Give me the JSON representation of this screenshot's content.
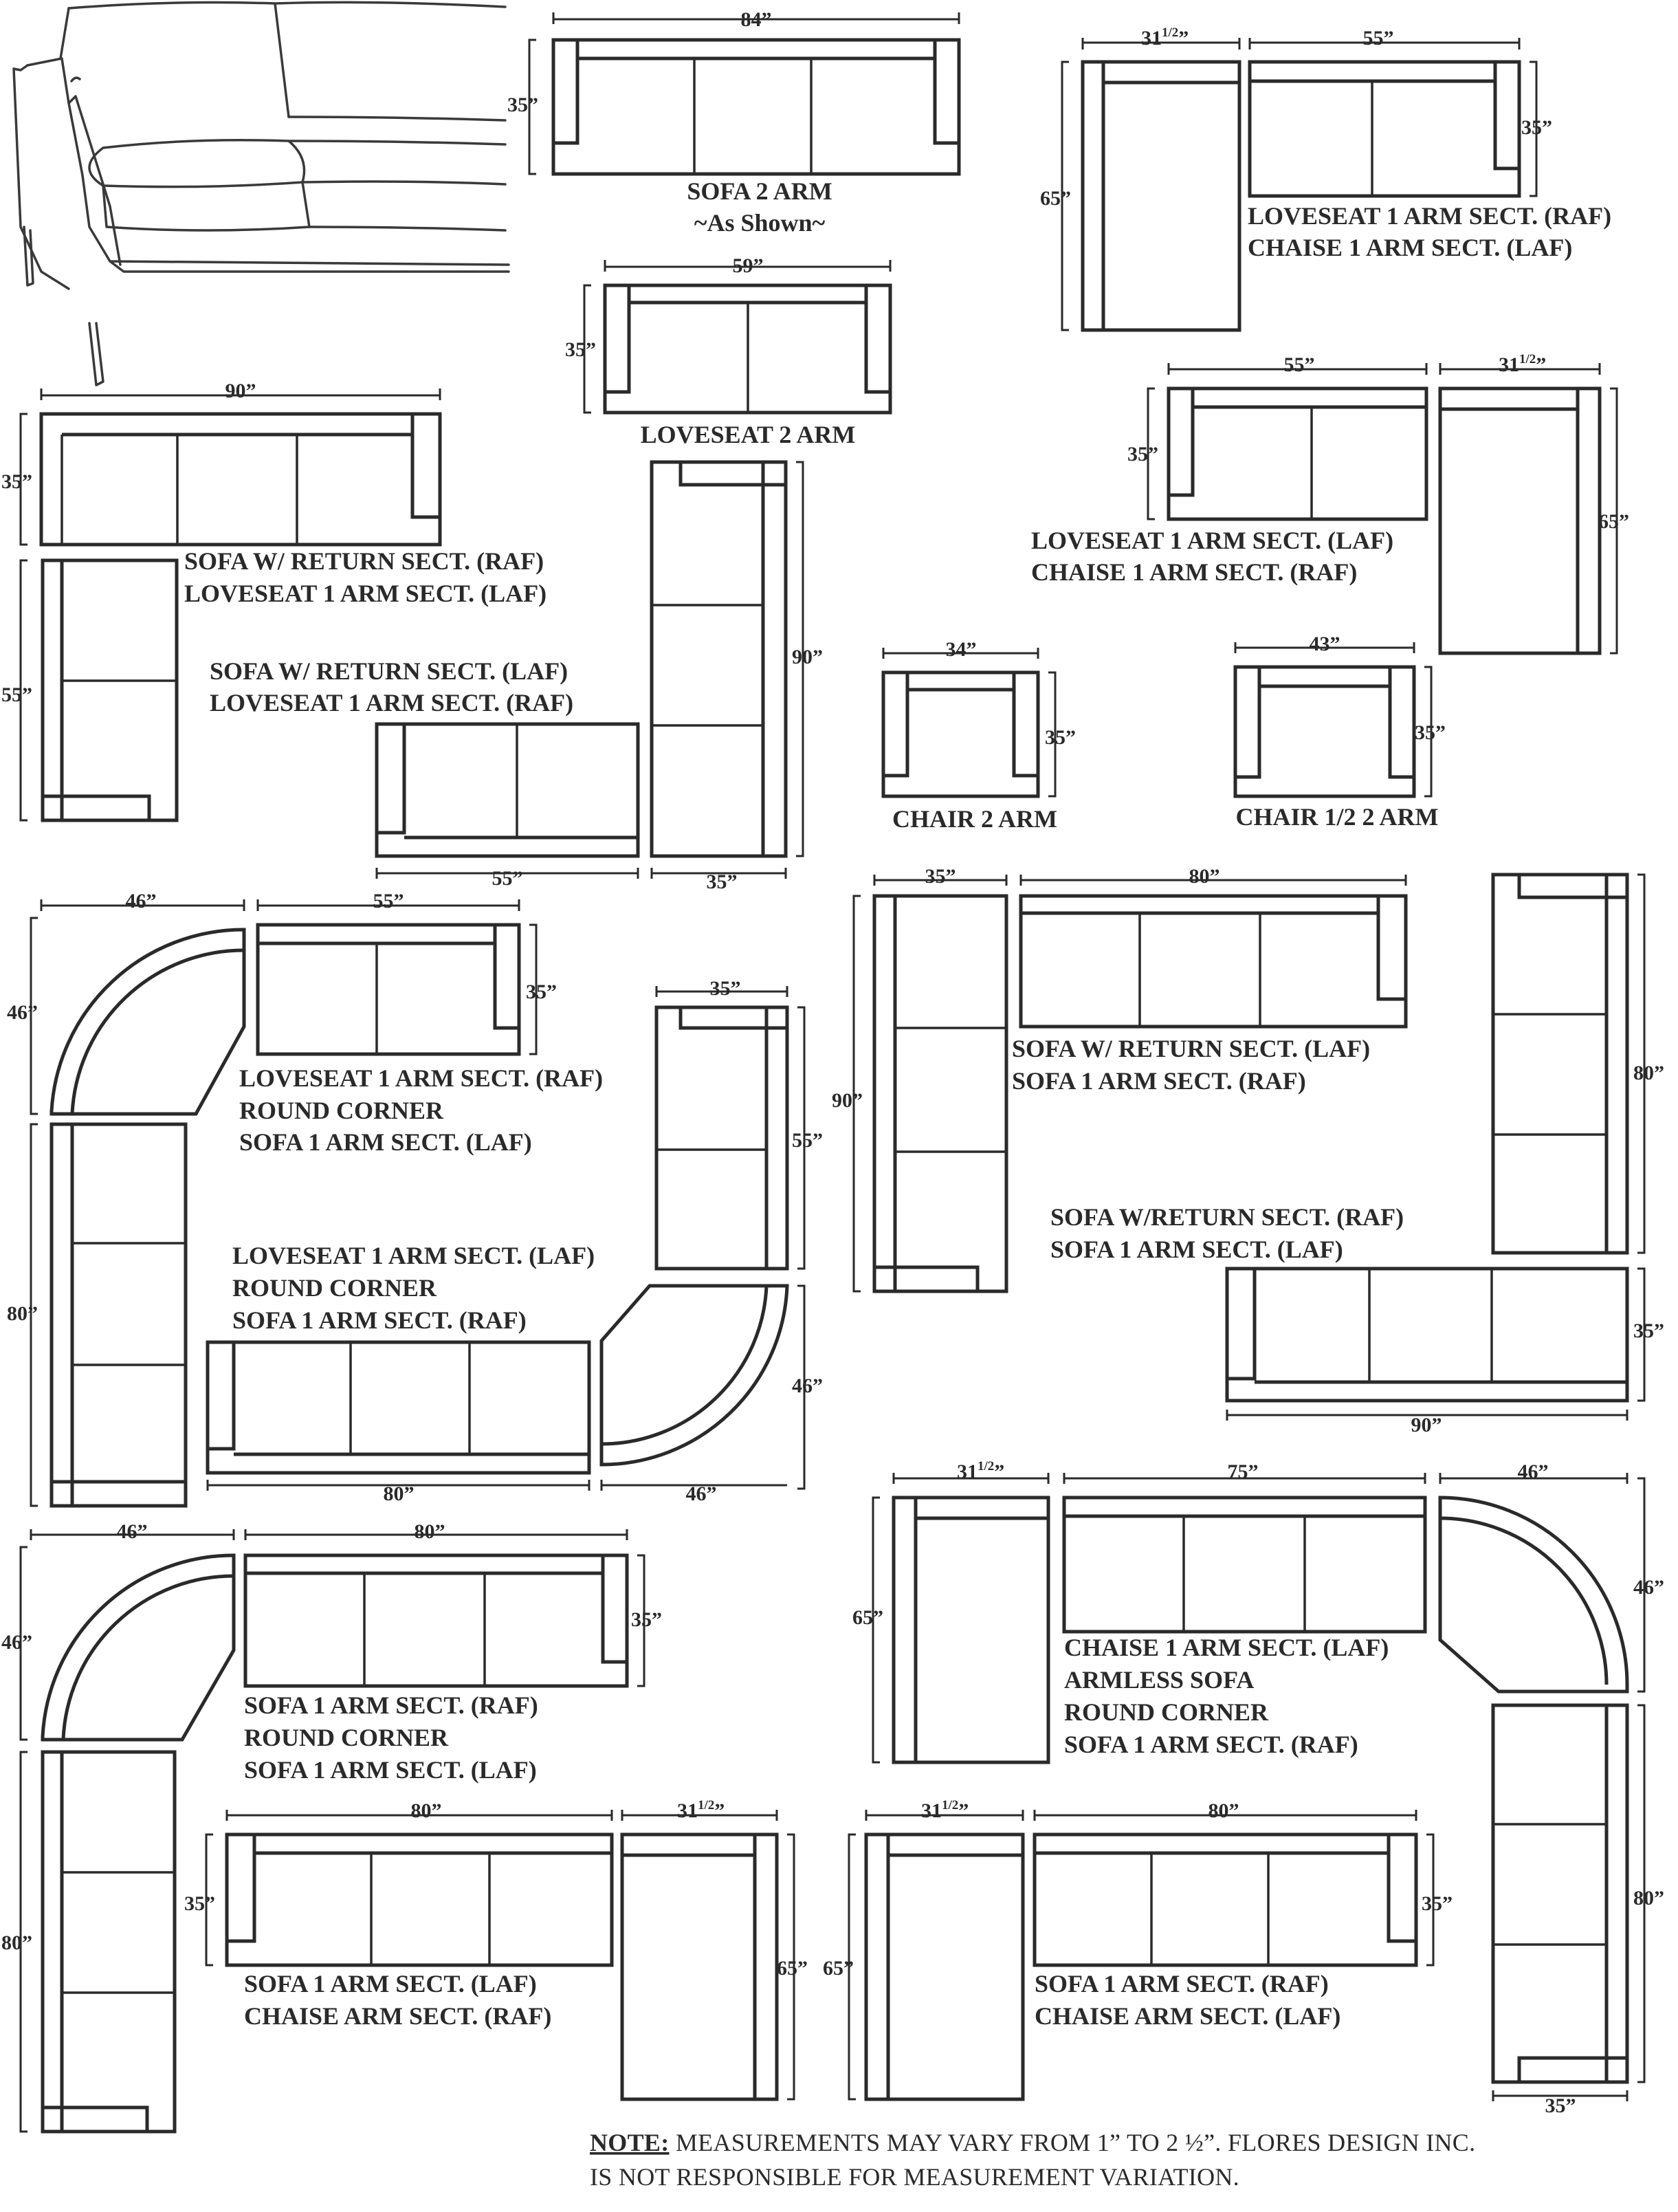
{
  "labels": {
    "sofa2_l1": "SOFA 2 ARM",
    "sofa2_l2": "~As Shown~",
    "loveseat2": "LOVESEAT  2 ARM",
    "lcr_l1": "LOVESEAT 1 ARM SECT. (RAF)",
    "lcr_l2": "CHAISE 1 ARM SECT. (LAF)",
    "lcl_l1": "LOVESEAT 1 ARM SECT. (LAF)",
    "lcl_l2": "CHAISE 1 ARM SECT. (RAF)",
    "srr_l1": "SOFA W/ RETURN SECT. (RAF)",
    "srr_l2": "LOVESEAT  1 ARM SECT. (LAF)",
    "srl_l1": "SOFA  W/ RETURN SECT. (LAF)",
    "srl_l2": "LOVESEAT 1 ARM SECT.  (RAF)",
    "chair2": "CHAIR 2 ARM",
    "chair_half": "CHAIR 1/2  2 ARM",
    "rcA_l1": "LOVESEAT 1 ARM SECT. (RAF)",
    "rcA_l2": "ROUND CORNER",
    "rcA_l3": "SOFA 1 ARM SECT. (LAF)",
    "rcB_l1": "LOVESEAT 1 ARM SECT. (LAF)",
    "rcB_l2": "ROUND CORNER",
    "rcB_l3": "SOFA 1 ARM SECT. (RAF)",
    "ssA_l1": "SOFA W/  RETURN SECT. (LAF)",
    "ssA_l2": "SOFA 1 ARM SECT.  (RAF)",
    "ssB_l1": "SOFA W/RETURN SECT. (RAF)",
    "ssB_l2": "SOFA 1 ARM SECT. (LAF)",
    "rcC_l1": "SOFA 1 ARM SECT. (RAF)",
    "rcC_l2": "ROUND CORNER",
    "rcC_l3": " SOFA 1 ARM SECT. (LAF)",
    "big_l1": "CHAISE 1 ARM SECT. (LAF)",
    "big_l2": "ARMLESS SOFA",
    "big_l3": "ROUND CORNER",
    "big_l4": "SOFA 1 ARM SECT. (RAF)",
    "scl_l1": "SOFA 1 ARM SECT. (LAF)",
    "scl_l2": "CHAISE ARM SECT. (RAF)",
    "scr_l1": "SOFA 1 ARM SECT. (RAF)",
    "scr_l2": "CHAISE ARM SECT. (LAF)"
  },
  "dims": {
    "d84": "84”",
    "d90": "90”",
    "d59": "59”",
    "d55": "55”",
    "d35": "35”",
    "d65": "65”",
    "d34": "34”",
    "d43": "43”",
    "d46": "46”",
    "d80": "80”",
    "d75": "75”",
    "d31": "31",
    "half": "1/2",
    "close": "”"
  },
  "note": {
    "key": "NOTE:",
    "line1": " MEASUREMENTS MAY VARY FROM 1” TO 2 ½”. FLORES DESIGN INC.",
    "line2": "IS NOT RESPONSIBLE FOR MEASUREMENT VARIATION."
  }
}
